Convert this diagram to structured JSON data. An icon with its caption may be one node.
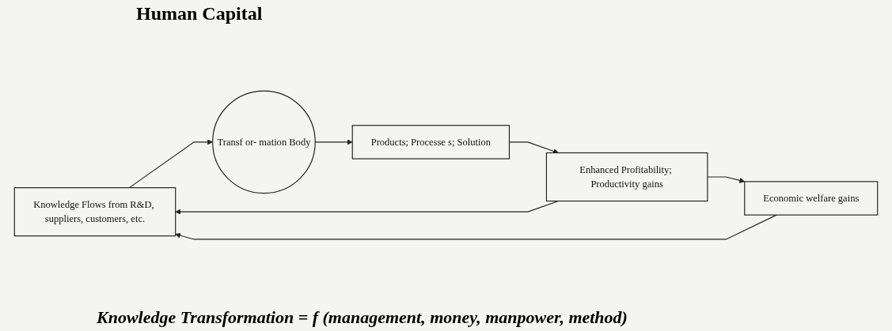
{
  "diagram": {
    "title": "Human Capital",
    "caption": "Knowledge Transformation = f (management, money, manpower, method)",
    "nodes": [
      {
        "text": [
          "Knowledge Flows from R&D, suppliers, customers, etc."
        ]
      },
      {
        "text": [
          "Transf or- mation Body"
        ]
      },
      {
        "text": [
          "Products; Processe s; Solution"
        ]
      },
      {
        "text": [
          "Enhanced Profitability; Productivity gains"
        ]
      },
      {
        "text": [
          "Economic welfare gains"
        ]
      }
    ],
    "edges": [
      {
        "from": 0,
        "to": 1,
        "arrow": "to"
      },
      {
        "from": 1,
        "to": 2,
        "arrow": "to"
      },
      {
        "from": 2,
        "to": 3,
        "arrow": "to"
      },
      {
        "from": 3,
        "to": 4,
        "arrow": "to"
      },
      {
        "from": 3,
        "to": 0,
        "arrow": "to"
      },
      {
        "from": 4,
        "to": 0,
        "arrow": "to"
      }
    ]
  }
}
